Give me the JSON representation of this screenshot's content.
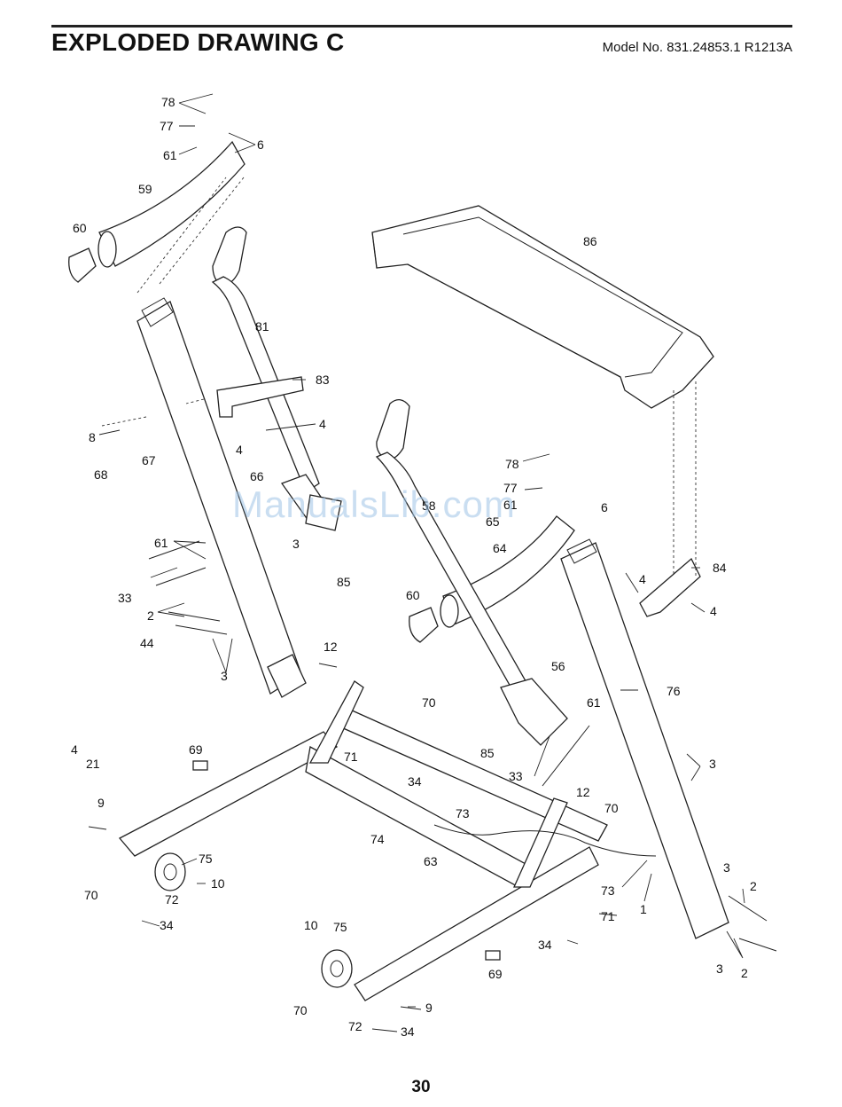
{
  "header": {
    "title": "EXPLODED DRAWING C",
    "model": "Model No. 831.24853.1 R1213A"
  },
  "page_number": "30",
  "watermark": "ManualsLib.com",
  "callouts": [
    {
      "label": "78"
    },
    {
      "label": "77"
    },
    {
      "label": "61"
    },
    {
      "label": "6"
    },
    {
      "label": "59"
    },
    {
      "label": "60"
    },
    {
      "label": "86"
    },
    {
      "label": "81"
    },
    {
      "label": "83"
    },
    {
      "label": "4"
    },
    {
      "label": "4"
    },
    {
      "label": "8"
    },
    {
      "label": "67"
    },
    {
      "label": "66"
    },
    {
      "label": "68"
    },
    {
      "label": "3"
    },
    {
      "label": "85"
    },
    {
      "label": "78"
    },
    {
      "label": "77"
    },
    {
      "label": "61"
    },
    {
      "label": "65"
    },
    {
      "label": "6"
    },
    {
      "label": "58"
    },
    {
      "label": "64"
    },
    {
      "label": "61"
    },
    {
      "label": "33"
    },
    {
      "label": "2"
    },
    {
      "label": "44"
    },
    {
      "label": "3"
    },
    {
      "label": "60"
    },
    {
      "label": "84"
    },
    {
      "label": "4"
    },
    {
      "label": "4"
    },
    {
      "label": "12"
    },
    {
      "label": "56"
    },
    {
      "label": "76"
    },
    {
      "label": "70"
    },
    {
      "label": "61"
    },
    {
      "label": "4"
    },
    {
      "label": "21"
    },
    {
      "label": "69"
    },
    {
      "label": "71"
    },
    {
      "label": "34"
    },
    {
      "label": "85"
    },
    {
      "label": "3"
    },
    {
      "label": "33"
    },
    {
      "label": "9"
    },
    {
      "label": "73"
    },
    {
      "label": "12"
    },
    {
      "label": "70"
    },
    {
      "label": "74"
    },
    {
      "label": "63"
    },
    {
      "label": "75"
    },
    {
      "label": "10"
    },
    {
      "label": "70"
    },
    {
      "label": "72"
    },
    {
      "label": "34"
    },
    {
      "label": "3"
    },
    {
      "label": "2"
    },
    {
      "label": "73"
    },
    {
      "label": "1"
    },
    {
      "label": "71"
    },
    {
      "label": "10"
    },
    {
      "label": "75"
    },
    {
      "label": "34"
    },
    {
      "label": "3"
    },
    {
      "label": "2"
    },
    {
      "label": "69"
    },
    {
      "label": "70"
    },
    {
      "label": "9"
    },
    {
      "label": "72"
    },
    {
      "label": "34"
    }
  ]
}
